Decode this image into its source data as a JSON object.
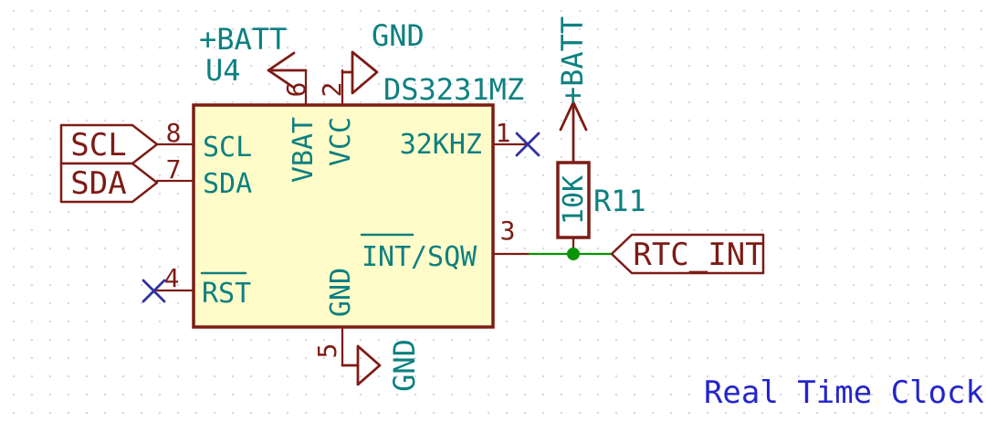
{
  "schematic": {
    "note": {
      "text": "Real Time Clock"
    },
    "ic": {
      "reference": "U4",
      "value": "DS3231MZ",
      "pins_left": [
        {
          "number": "8",
          "name": "SCL"
        },
        {
          "number": "7",
          "name": "SDA"
        },
        {
          "number": "4",
          "name": "RST",
          "overline": true
        }
      ],
      "pins_right": [
        {
          "number": "1",
          "name": "32KHZ",
          "no_connect": true
        },
        {
          "number": "3",
          "name_part1": "INT",
          "name_part2": "/SQW",
          "overline_part1": true
        }
      ],
      "pins_top": [
        {
          "number": "6",
          "name": "VBAT"
        },
        {
          "number": "2",
          "name": "VCC"
        }
      ],
      "pins_bottom": [
        {
          "number": "5",
          "name": "GND"
        }
      ]
    },
    "resistor": {
      "reference": "R11",
      "value": "10K"
    },
    "power_flags": {
      "batt_top": {
        "label": "+BATT"
      },
      "gnd_top": {
        "label": "GND"
      },
      "batt_right": {
        "label": "+BATT"
      },
      "gnd_bottom": {
        "label": "GND"
      }
    },
    "net_labels": {
      "scl": "SCL",
      "sda": "SDA",
      "rtc_int": "RTC_INT"
    },
    "colors": {
      "symbol_outline": "#7d1b15",
      "pin_text_teal": "#0e8080",
      "body_fill": "#fffcc9",
      "wire_green": "#089400",
      "no_connect_blue": "#31319e",
      "note_blue": "#2424cc",
      "grid_dot": "#d9d9de"
    }
  }
}
